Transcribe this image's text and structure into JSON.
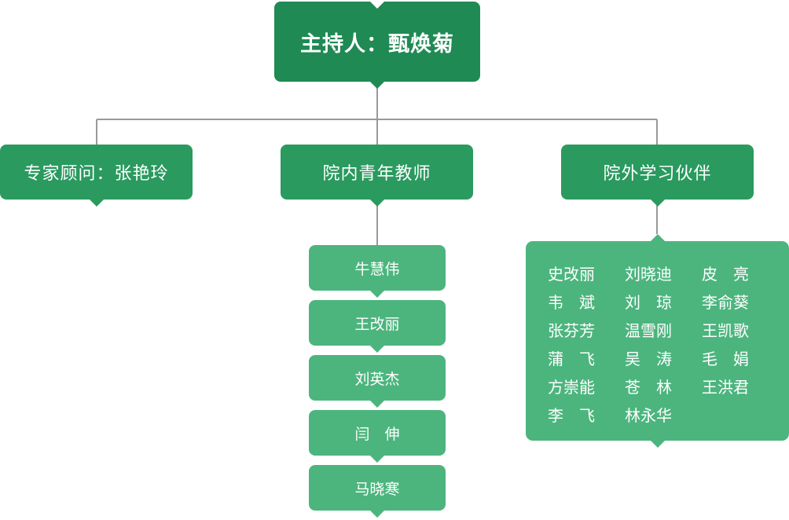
{
  "root": {
    "title": "主持人：甄焕菊"
  },
  "branches": [
    {
      "id": "expert",
      "title": "专家顾问：张艳玲"
    },
    {
      "id": "inner",
      "title": "院内青年教师"
    },
    {
      "id": "outer",
      "title": "院外学习伙伴"
    }
  ],
  "inner_teachers": [
    "牛慧伟",
    "王改丽",
    "刘英杰",
    "闫　伸",
    "马晓寒"
  ],
  "outer_partners": [
    "史改丽",
    "刘晓迪",
    "皮　亮",
    "韦　斌",
    "刘　琼",
    "李俞葵",
    "张芬芳",
    "温雪刚",
    "王凯歌",
    "蒲　飞",
    "吴　涛",
    "毛　娟",
    "方崇能",
    "苍　林",
    "王洪君",
    "李　飞",
    "林永华"
  ],
  "colors": {
    "root": "#1f8a53",
    "branch": "#2a9a5f",
    "leaf": "#4cb57e",
    "connector": "#999999"
  }
}
